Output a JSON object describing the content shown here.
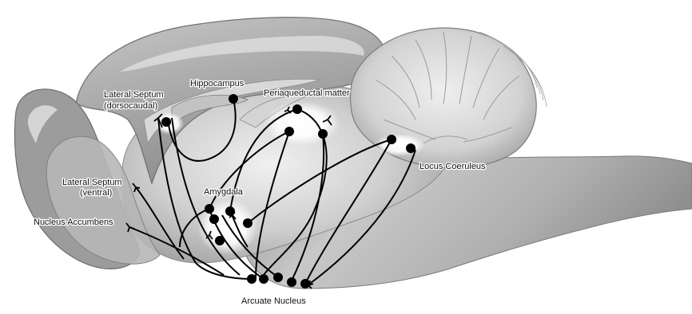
{
  "diagram": {
    "labels": {
      "lateral_septum_dorsocaudal_line1": "Lateral Septum",
      "lateral_septum_dorsocaudal_line2": "(dorsocaudal)",
      "hippocampus": "Hippocampus",
      "periaqueductal_matter": "Periaqueductal matter",
      "locus_coeruleus": "Locus Coeruleus",
      "lateral_septum_ventral_line1": "Lateral Septum",
      "lateral_septum_ventral_line2": "(ventral)",
      "amygdala": "Amygdala",
      "nucleus_accumbens": "Nucleus Accumbens",
      "arcuate_nucleus": "Arcuate Nucleus"
    },
    "colors": {
      "brain_dark": "#8c8c8c",
      "brain_mid": "#b4b4b4",
      "brain_light": "#dcdcdc",
      "highlight": "#ffffff",
      "pathway": "#000000"
    },
    "style": "grayscale sagittal brain illustration with black projection pathways and terminal dots"
  }
}
